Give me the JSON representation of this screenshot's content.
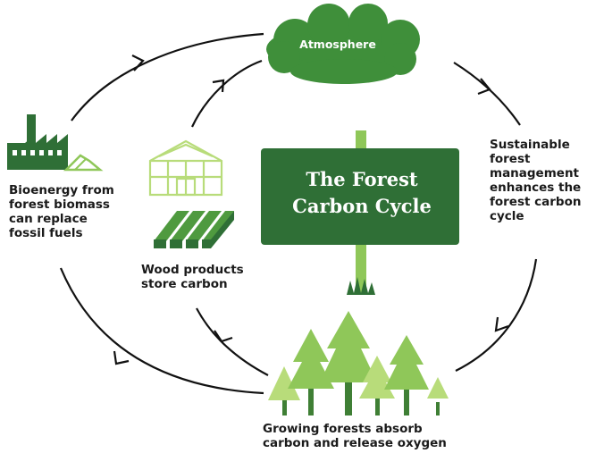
{
  "diagram": {
    "center_title": "The Forest\nCarbon Cycle",
    "nodes": {
      "atmosphere": "Atmosphere",
      "sustainable": "Sustainable\nforest\nmanagement\nenhances the\nforest carbon\ncycle",
      "growing": "Growing forests absorb\ncarbon and release oxygen",
      "wood": "Wood products\nstore carbon",
      "bioenergy": "Bioenergy from\nforest biomass\ncan replace\nfossil fuels"
    },
    "icons": [
      "cloud-icon",
      "factory-icon",
      "greenhouse-icon",
      "lumber-icon",
      "signpost-icon",
      "forest-icon",
      "grass-icon"
    ],
    "colors": {
      "dark_green": "#2f6f36",
      "mid_green": "#4f9a3f",
      "light_green": "#8fc759",
      "pale_green": "#b8dc7a",
      "arrow": "#111111"
    }
  }
}
